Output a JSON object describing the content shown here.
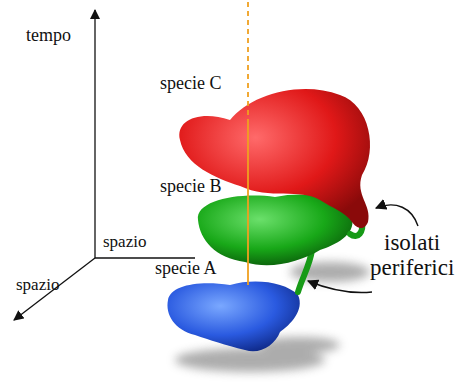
{
  "diagram": {
    "labels": [
      "tempo",
      "spazio",
      "spazio",
      "specie C",
      "specie B",
      "specie A",
      "isolati periferici"
    ]
  }
}
